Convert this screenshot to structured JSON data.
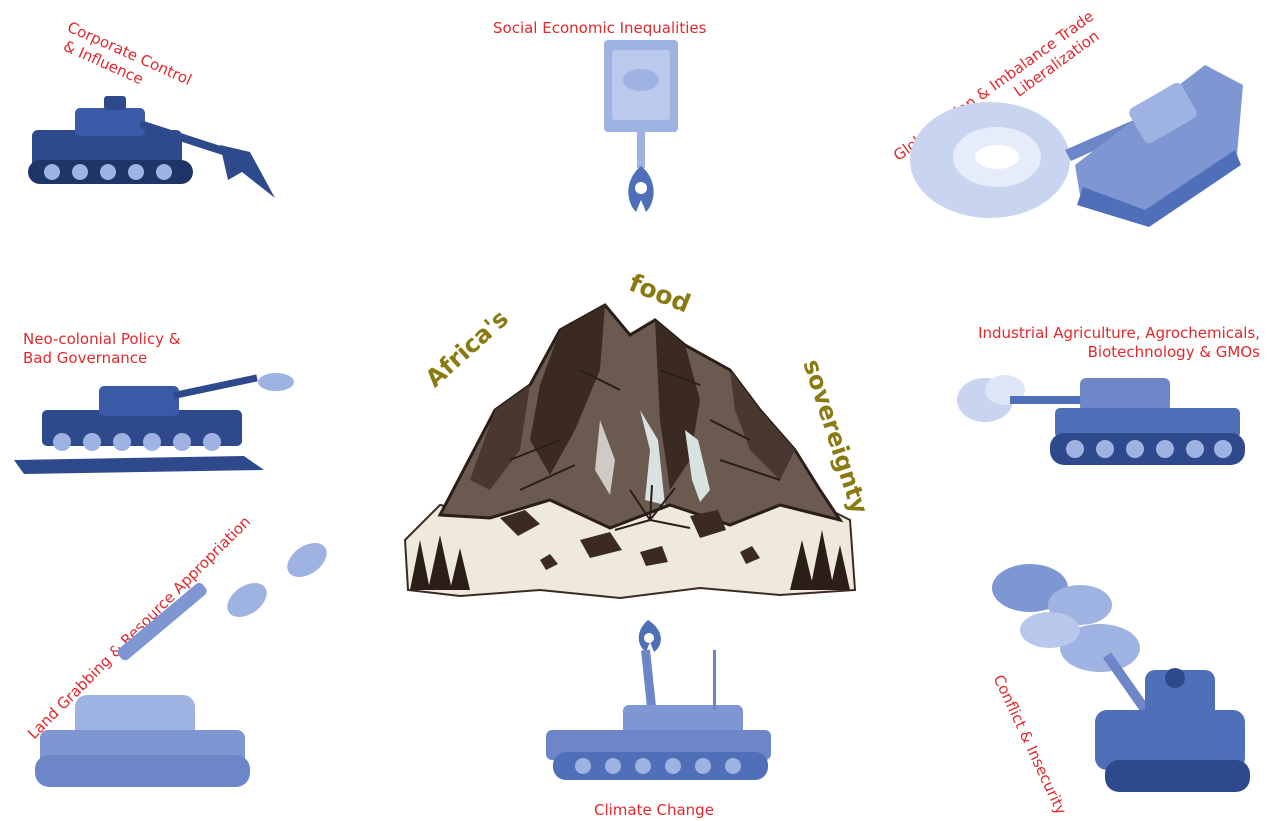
{
  "center": {
    "words": [
      "Africa's",
      "food",
      "sovereignty"
    ]
  },
  "threats": [
    {
      "id": "corporate",
      "lines": [
        "Corporate Control",
        "& Influence"
      ]
    },
    {
      "id": "inequalities",
      "lines": [
        "Social Economic Inequalities"
      ]
    },
    {
      "id": "globalization",
      "lines": [
        "Globalization & Imbalance Trade",
        "Liberalization"
      ]
    },
    {
      "id": "neocolonial",
      "lines": [
        "Neo-colonial Policy &",
        "Bad Governance"
      ]
    },
    {
      "id": "industrial",
      "lines": [
        "Industrial Agriculture, Agrochemicals,",
        "Biotechnology & GMOs"
      ]
    },
    {
      "id": "land",
      "lines": [
        "Land Grabbing & Resource Appropriation"
      ]
    },
    {
      "id": "climate",
      "lines": [
        "Climate Change"
      ]
    },
    {
      "id": "conflict",
      "lines": [
        "Conflict & Insecurity"
      ]
    }
  ],
  "colors": {
    "label": "#e0282d",
    "core_text": "#8a7a12",
    "tank_dark": "#2f4a8c",
    "tank_mid": "#4f6fb8",
    "tank_light": "#9fb3e2",
    "mountain_dark": "#3b2a22",
    "mountain_light": "#8a7a6e"
  },
  "icons": [
    "tank-icon",
    "mountain-icon",
    "muzzle-flash-icon",
    "smoke-cloud-icon",
    "explosion-icon"
  ]
}
